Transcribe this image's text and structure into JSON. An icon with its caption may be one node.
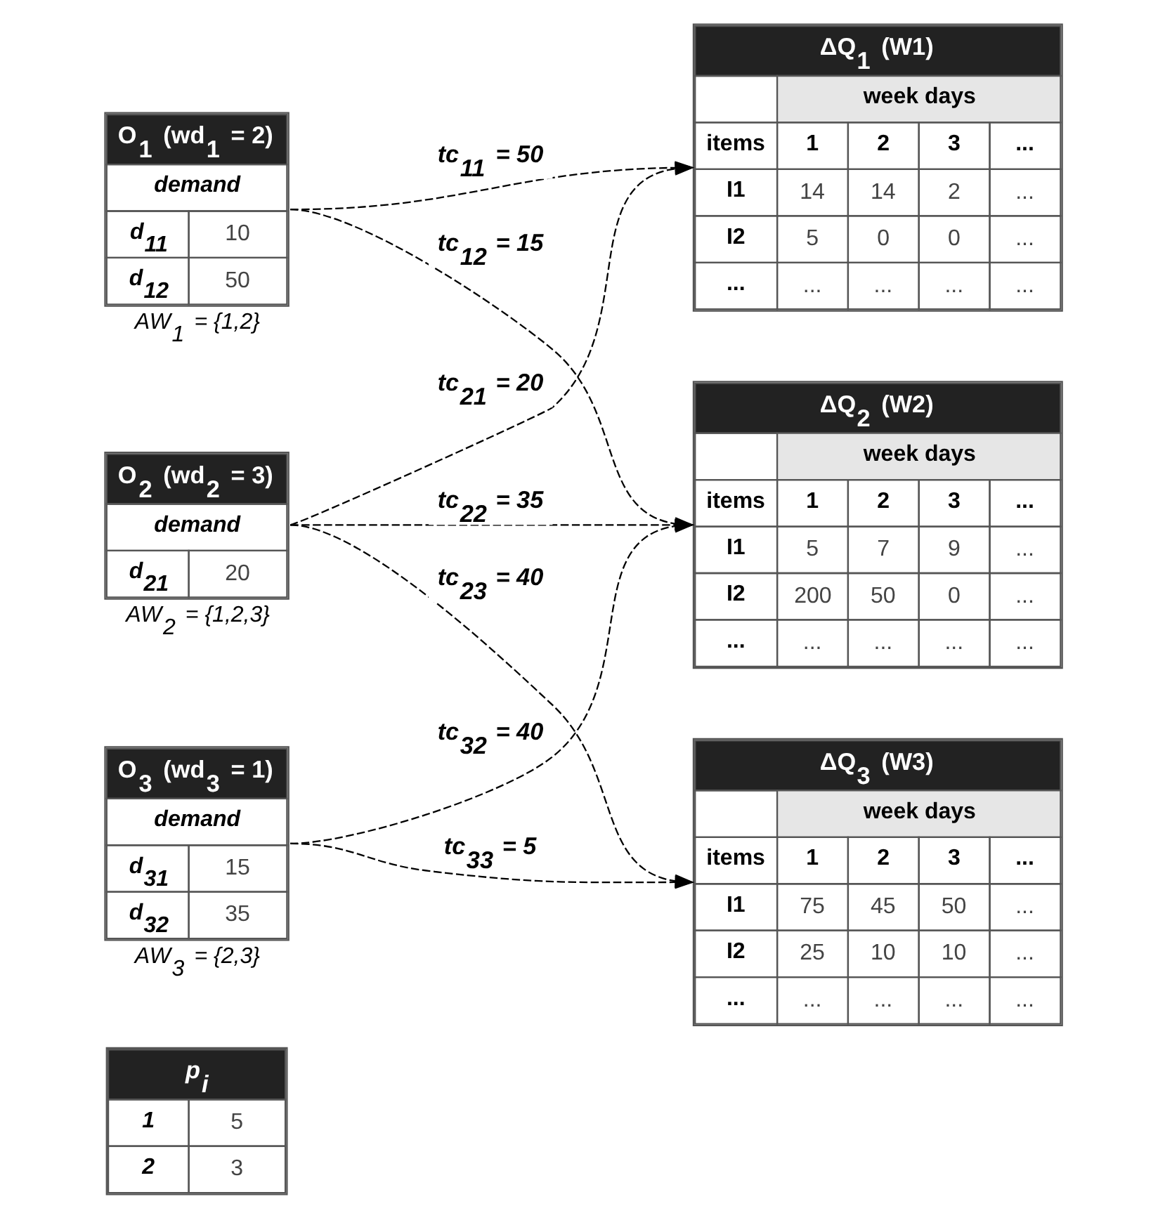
{
  "diagram": {
    "nodes": [
      {
        "text": [
          "p$_{i}$",
          "1",
          "5",
          "2",
          "3"
        ]
      },
      {
        "text": [
          "O$_{1}$ (wd$_{1}$ = 2)",
          "demand",
          "d$_{11}$",
          "10",
          "d$_{12}$",
          "50"
        ],
        "beside": [
          "AW$_{1}$ = {1,2}"
        ]
      },
      {
        "text": [
          "O$_{2}$ (wd$_{2}$ = 3)",
          "demand",
          "d$_{21}$",
          "20"
        ],
        "beside": [
          "AW$_{2}$ = {1,2,3}"
        ]
      },
      {
        "text": [
          "O$_{3}$ (wd$_{3}$ = 1)",
          "demand",
          "d$_{31}$",
          "15",
          "d$_{32}$",
          "35"
        ],
        "beside": [
          "AW$_{3}$ = {2,3}"
        ]
      },
      {
        "text": [
          "ΔQ$_{1}$ (W1)",
          "week days",
          "items",
          "1",
          "2",
          "3",
          "...",
          "I1",
          "14",
          "14",
          "2",
          "...",
          "I2",
          "5",
          "0",
          "0",
          "...",
          "...",
          "...",
          "...",
          "...",
          "..."
        ]
      },
      {
        "text": [
          "ΔQ$_{2}$ (W2)",
          "week days",
          "items",
          "1",
          "2",
          "3",
          "...",
          "I1",
          "5",
          "7",
          "9",
          "...",
          "I2",
          "200",
          "50",
          "0",
          "...",
          "...",
          "...",
          "...",
          "...",
          "..."
        ]
      },
      {
        "text": [
          "ΔQ$_{3}$ (W3)",
          "week days",
          "items",
          "1",
          "2",
          "3",
          "...",
          "I1",
          "75",
          "45",
          "50",
          "...",
          "I2",
          "25",
          "10",
          "10",
          "...",
          "...",
          "...",
          "...",
          "...",
          "..."
        ]
      }
    ],
    "edges": [
      {
        "from": 1,
        "to": 4,
        "arrow": "to",
        "label": "tc$_{11}$ = 50",
        "style": "dashed"
      },
      {
        "from": 1,
        "to": 5,
        "arrow": "to",
        "label": "tc$_{12}$ = 15",
        "style": "dashed"
      },
      {
        "from": 2,
        "to": 4,
        "arrow": "to",
        "label": "tc$_{21}$ = 20",
        "style": "dashed"
      },
      {
        "from": 2,
        "to": 5,
        "arrow": "to",
        "label": "tc$_{22}$ = 35",
        "style": "dashed"
      },
      {
        "from": 2,
        "to": 6,
        "arrow": "to",
        "label": "tc$_{23}$ = 40",
        "style": "dashed"
      },
      {
        "from": 3,
        "to": 5,
        "arrow": "to",
        "label": "tc$_{32}$ = 40",
        "style": "dashed"
      },
      {
        "from": 3,
        "to": 6,
        "arrow": "to",
        "label": "tc$_{33}$ = 5",
        "style": "dashed"
      }
    ]
  }
}
